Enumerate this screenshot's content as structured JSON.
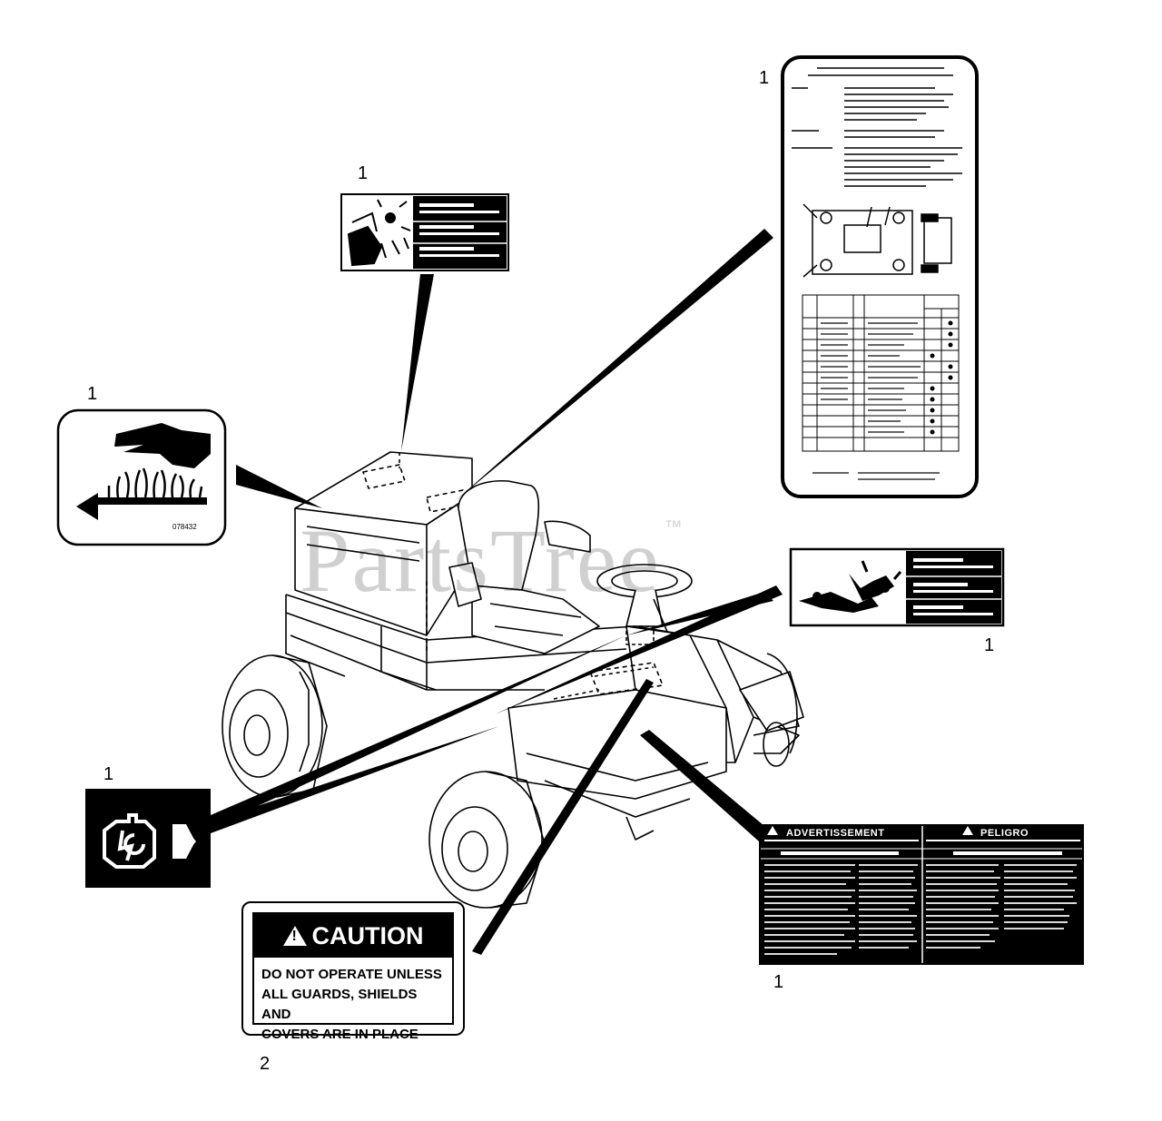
{
  "watermark": {
    "text": "PartsTree",
    "mark": "™"
  },
  "callouts": {
    "c_top_decal": "1",
    "c_service": "1",
    "c_hot": "1",
    "c_runover": "1",
    "c_engine": "1",
    "c_bilingual": "1",
    "c_caution": "2"
  },
  "caution_decal": {
    "heading": "CAUTION",
    "line1": "DO NOT OPERATE UNLESS",
    "line2": "ALL GUARDS, SHIELDS AND",
    "line3": "COVERS ARE IN PLACE"
  },
  "hot_decal": {
    "part_number": "078432"
  },
  "bilingual_decal": {
    "left_title": "ADVERTISSEMENT",
    "right_title": "PELIGRO"
  },
  "icons": {
    "hot_surface": "hand-heat-icon",
    "thrown_objects": "thrown-objects-icon",
    "runover": "runover-icon",
    "engine_start": "engine-start-icon",
    "warning_triangle": "warning-triangle-icon"
  }
}
